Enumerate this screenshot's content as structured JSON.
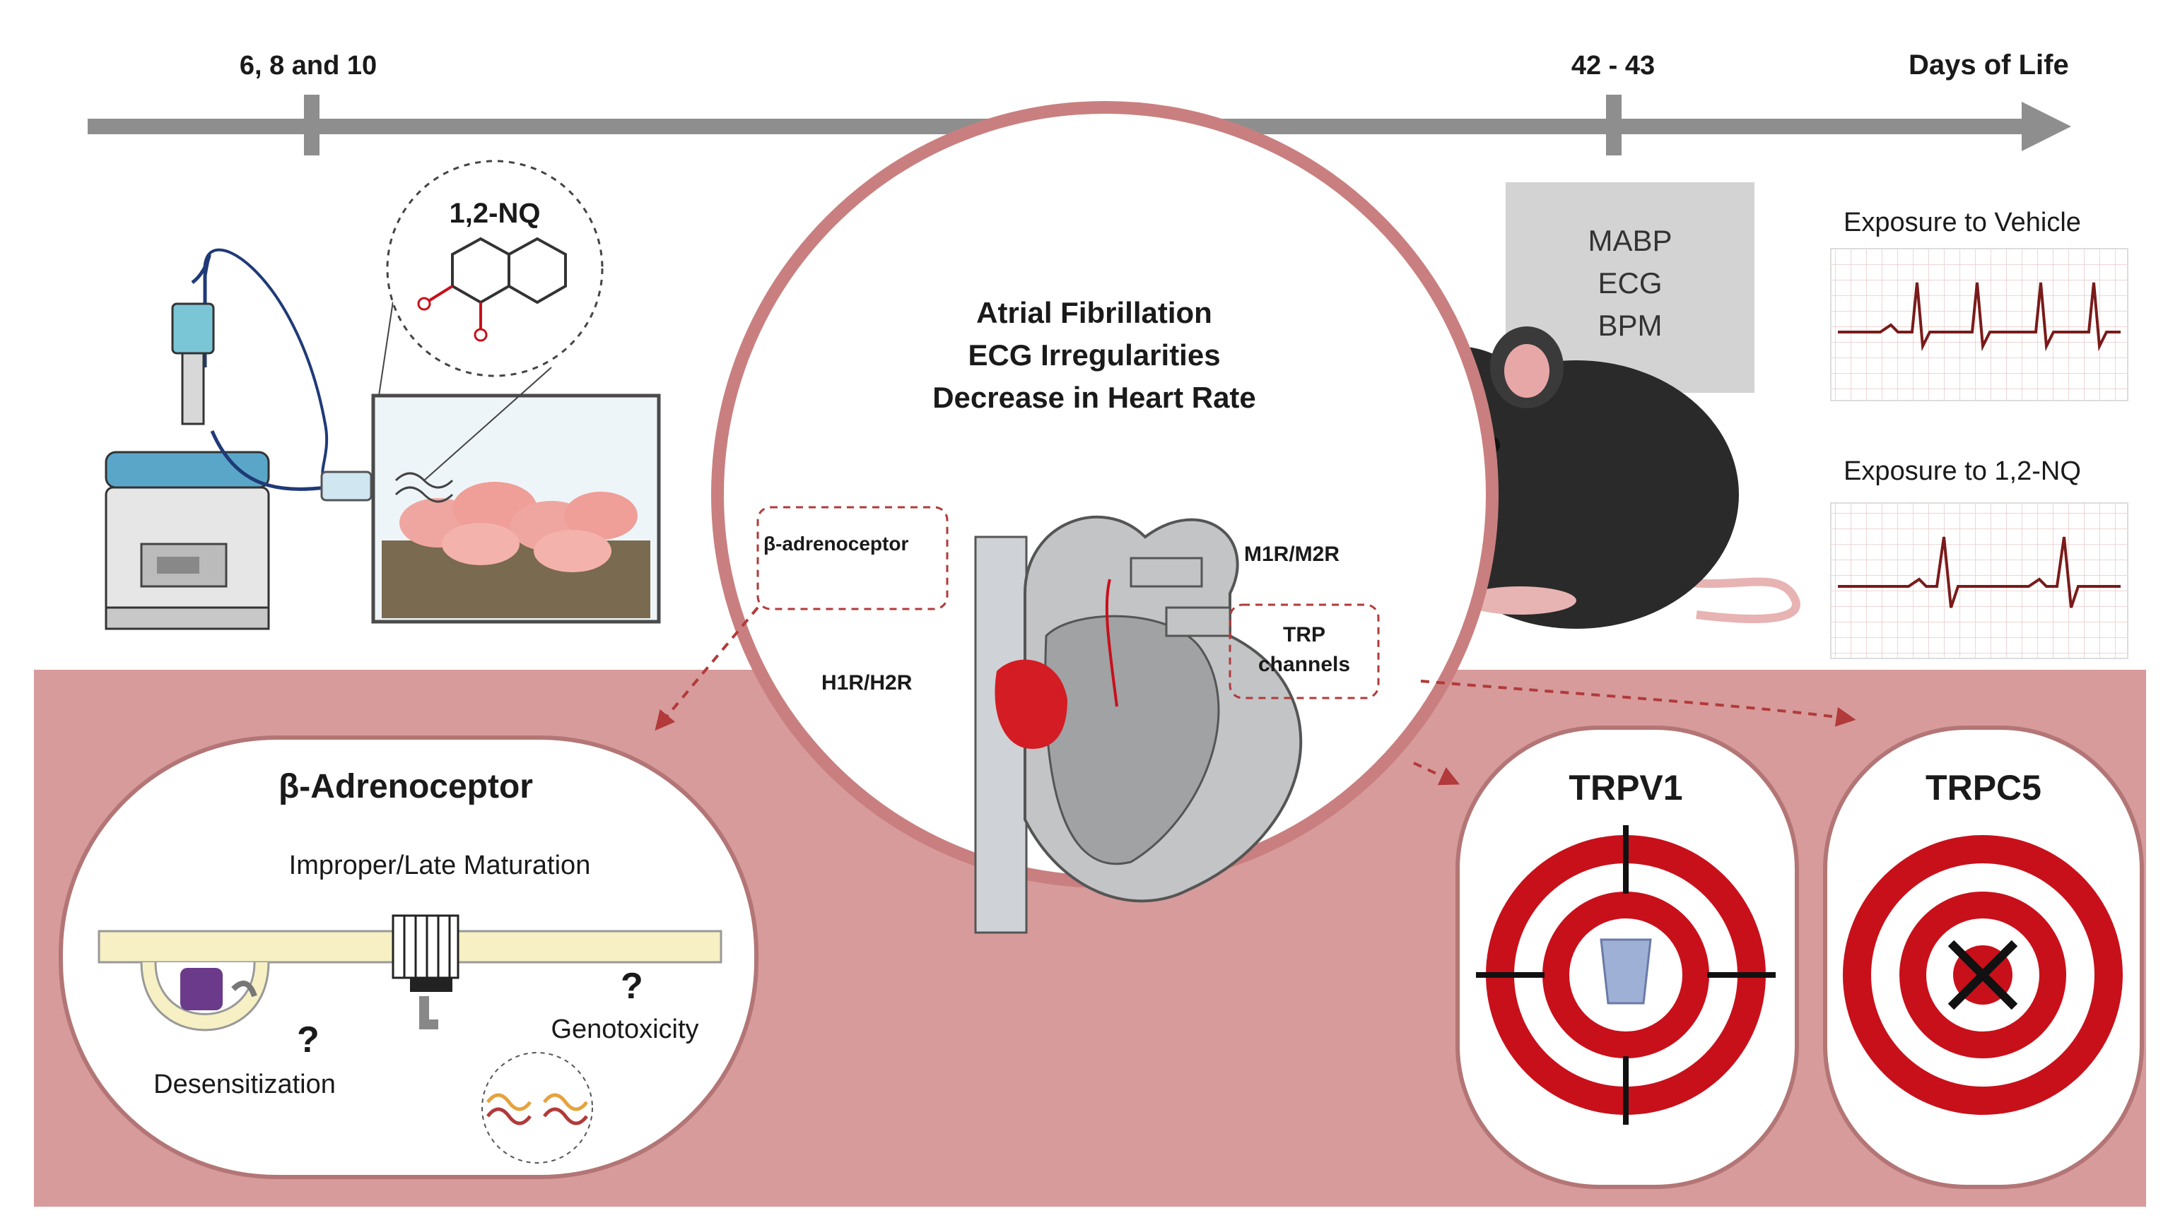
{
  "timeline": {
    "ticks": [
      "6, 8 and 10",
      "42 - 43"
    ],
    "axis_label": "Days of Life"
  },
  "compound": "1,2-NQ",
  "measurements": [
    "MABP",
    "ECG",
    "BPM"
  ],
  "ecg_panels": {
    "vehicle": "Exposure to Vehicle",
    "treated": "Exposure to 1,2-NQ"
  },
  "heart_circle": {
    "findings": [
      "Atrial Fibrillation",
      "ECG Irregularities",
      "Decrease in Heart Rate"
    ],
    "receptors": {
      "beta": "β-adrenoceptor",
      "m": "M1R/M2R",
      "h": "H1R/H2R",
      "trp_line1": "TRP",
      "trp_line2": "channels"
    }
  },
  "beta_panel": {
    "title": "β-Adrenoceptor",
    "maturation": "Improper/Late Maturation",
    "desensitization": "Desensitization",
    "genotoxicity": "Genotoxicity",
    "question": "?"
  },
  "targets": {
    "trpv1": "TRPV1",
    "trpc5": "TRPC5"
  },
  "colors": {
    "band": "#d79b9b",
    "circle_border": "#c97f7f",
    "target_red": "#c8101b",
    "timeline": "#8e8e8e",
    "dashed": "#b23a3a"
  }
}
